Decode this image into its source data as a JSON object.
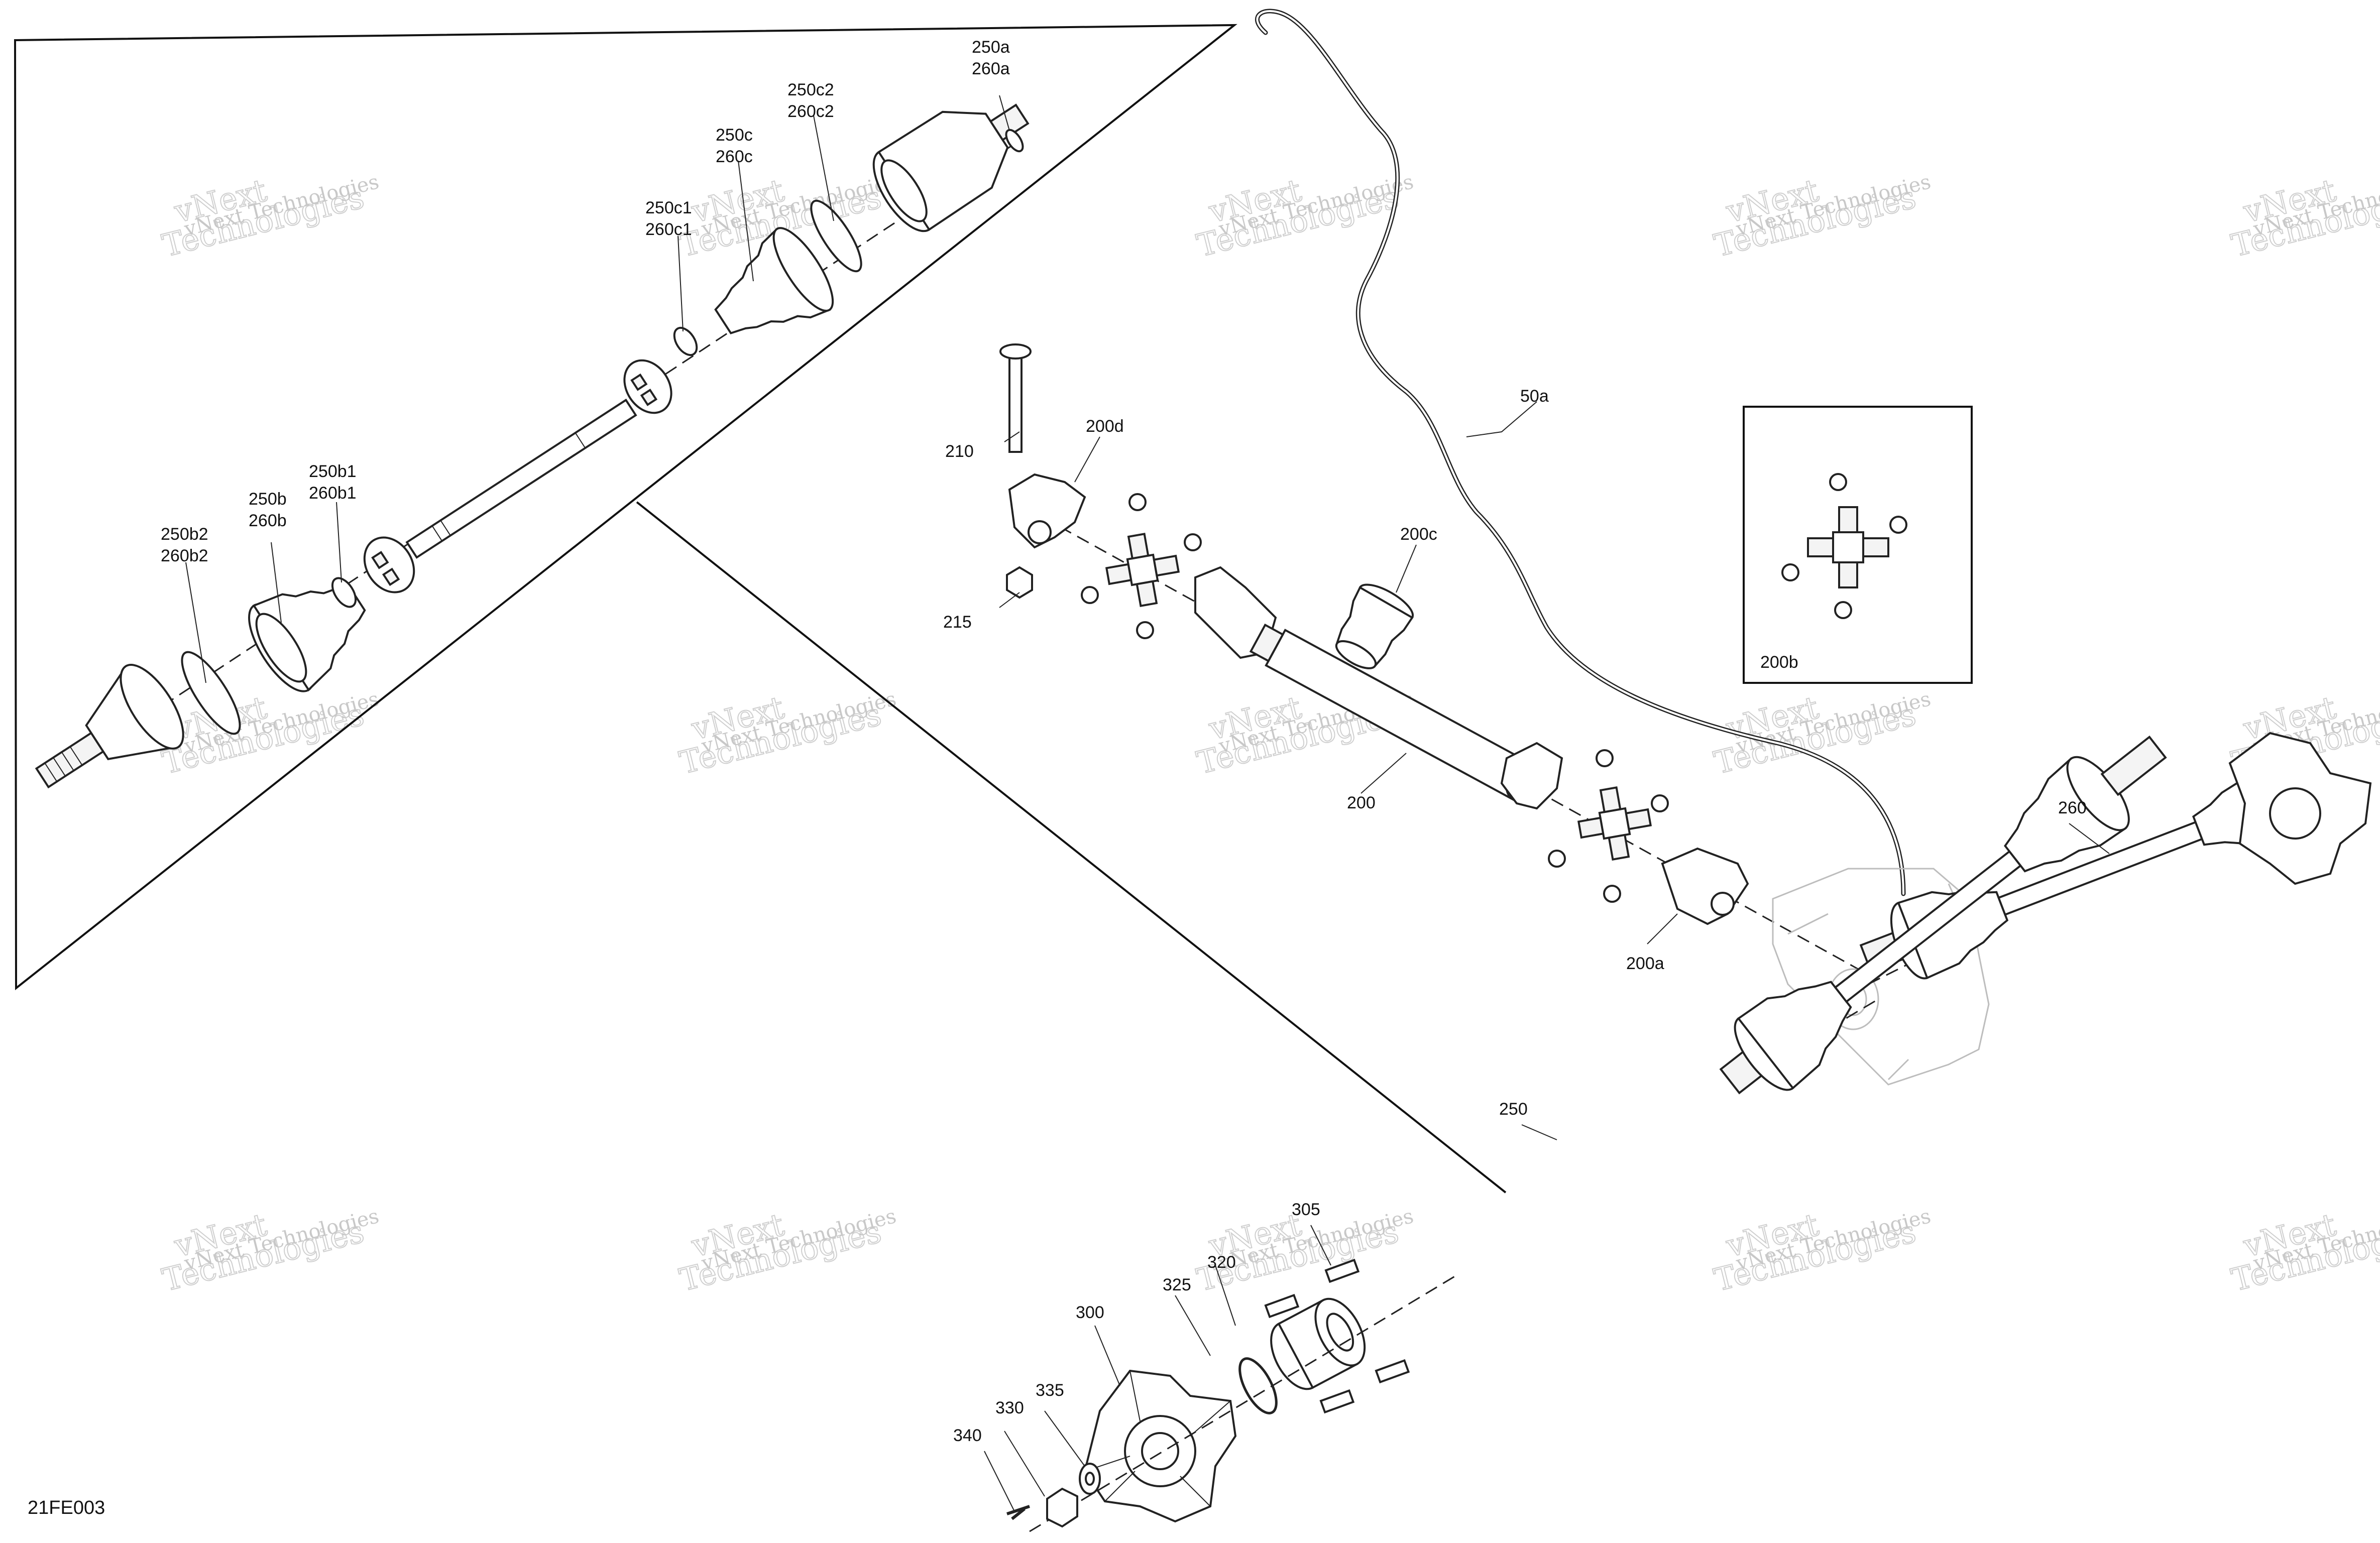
{
  "figure_code": "21FE003",
  "watermark": {
    "line1": "vNext",
    "line2": "Technologies",
    "line3": "vNext Technologies"
  },
  "labels": {
    "l50a": "50a",
    "l200": "200",
    "l200a": "200a",
    "l200b": "200b",
    "l200c": "200c",
    "l200d": "200d",
    "l210": "210",
    "l215": "215",
    "l250": "250",
    "l260": "260",
    "l250a": "250a",
    "l260a": "260a",
    "l250b": "250b",
    "l260b": "260b",
    "l250b1": "250b1",
    "l260b1": "260b1",
    "l250b2": "250b2",
    "l260b2": "260b2",
    "l250c": "250c",
    "l260c": "260c",
    "l250c1": "250c1",
    "l260c1": "260c1",
    "l250c2": "250c2",
    "l260c2": "260c2",
    "l300": "300",
    "l305": "305",
    "l320": "320",
    "l325": "325",
    "l330": "330",
    "l335": "335",
    "l340": "340"
  }
}
